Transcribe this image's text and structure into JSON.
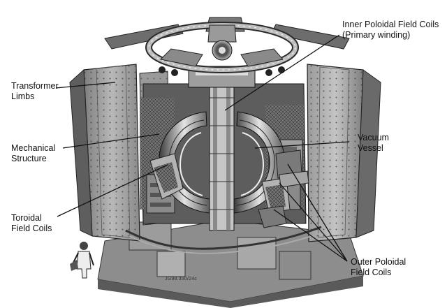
{
  "labels": {
    "transformer_limbs": {
      "line1": "Transformer",
      "line2": "Limbs"
    },
    "mechanical_structure": {
      "line1": "Mechanical",
      "line2": "Structure"
    },
    "toroidal_field_coils": {
      "line1": "Toroidal",
      "line2": "Field Coils"
    },
    "inner_poloidal_field_coils": {
      "line1": "Inner Poloidal Field Coils",
      "line2": "(Primary winding)"
    },
    "vacuum_vessel": {
      "line1": "Vacuum",
      "line2": "Vessel"
    },
    "outer_poloidal_field_coils": {
      "line1": "Outer Poloidal",
      "line2": "Field Coils"
    }
  },
  "catalog_number": "JG98.350/24c",
  "colors": {
    "background": "#ffffff",
    "steel_light": "#bdbdbd",
    "steel_mid": "#8c8c8c",
    "steel_dark": "#4a4a4a",
    "text": "#111111"
  }
}
